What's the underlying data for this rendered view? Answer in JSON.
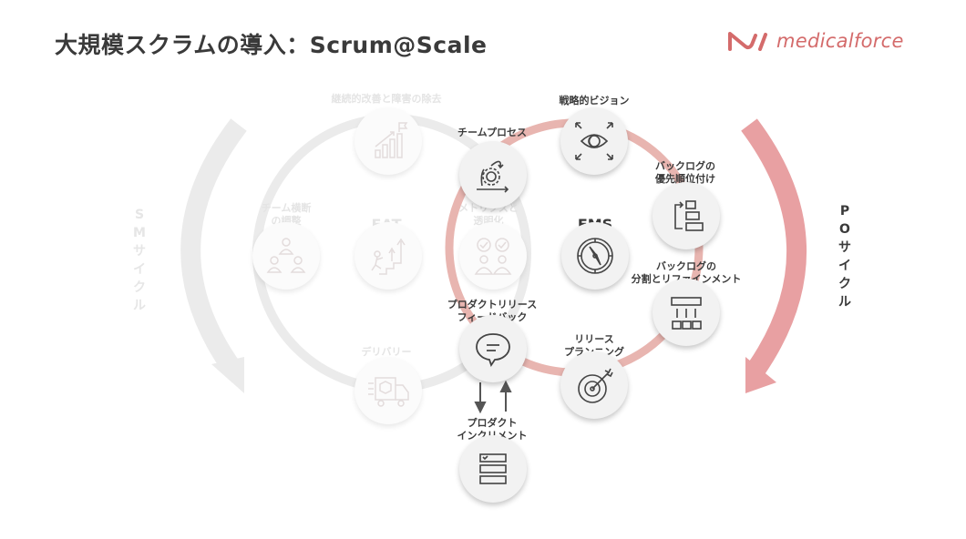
{
  "header": {
    "title": "大規模スクラムの導入：Scrum@Scale",
    "logo_text": "medicalforce",
    "logo_icon": "medicalforce-logo-icon"
  },
  "colors": {
    "accent": "#d46b6b",
    "po_cycle": "#e8a0a2",
    "po_ring": "#e8b5b0",
    "sm_cycle": "#ebebeb",
    "text": "#3a3a3a",
    "faded_text": "#e4e4e4"
  },
  "cycles": {
    "sm": {
      "label_chars": [
        "S",
        "M",
        "サ",
        "イ",
        "ク",
        "ル"
      ],
      "label": "SMサイクル"
    },
    "po": {
      "label_chars": [
        "P",
        "O",
        "サ",
        "イ",
        "ク",
        "ル"
      ],
      "label": "POサイクル"
    }
  },
  "sm_nodes": [
    {
      "id": "kaizen",
      "label": [
        "継続的改善と障害の除去"
      ],
      "icon": "growth-chart-flag-icon"
    },
    {
      "id": "cross-team",
      "label": [
        "チーム横断",
        "の調整"
      ],
      "icon": "team-hierarchy-icon"
    },
    {
      "id": "eat",
      "label": [
        "EAT"
      ],
      "icon": "climbing-stairs-icon"
    },
    {
      "id": "delivery",
      "label": [
        "デリバリー"
      ],
      "icon": "delivery-truck-icon"
    },
    {
      "id": "metrics",
      "label": [
        "メトリクスと",
        "透明化"
      ],
      "icon": "people-check-icon"
    }
  ],
  "shared_nodes": [
    {
      "id": "team-process",
      "label": [
        "チームプロセス"
      ],
      "icon": "gear-cycle-icon"
    },
    {
      "id": "feedback",
      "label": [
        "プロダクトリリース",
        "フィードバック"
      ],
      "icon": "speech-bubble-icon"
    }
  ],
  "po_nodes": [
    {
      "id": "vision",
      "label": [
        "戦略的ビジョン"
      ],
      "icon": "eye-arrows-icon"
    },
    {
      "id": "prioritize",
      "label": [
        "バックログの",
        "優先順位付け"
      ],
      "icon": "backlog-priority-icon"
    },
    {
      "id": "refine",
      "label": [
        "バックログの",
        "分割とリファインメント"
      ],
      "icon": "hierarchy-split-icon"
    },
    {
      "id": "release-plan",
      "label": [
        "リリース",
        "プランニング"
      ],
      "icon": "target-dart-icon"
    },
    {
      "id": "ems",
      "label": [
        "EMS"
      ],
      "icon": "compass-icon"
    }
  ],
  "increment": {
    "label": [
      "プロダクト",
      "インクリメント"
    ],
    "icon": "checklist-icon"
  }
}
